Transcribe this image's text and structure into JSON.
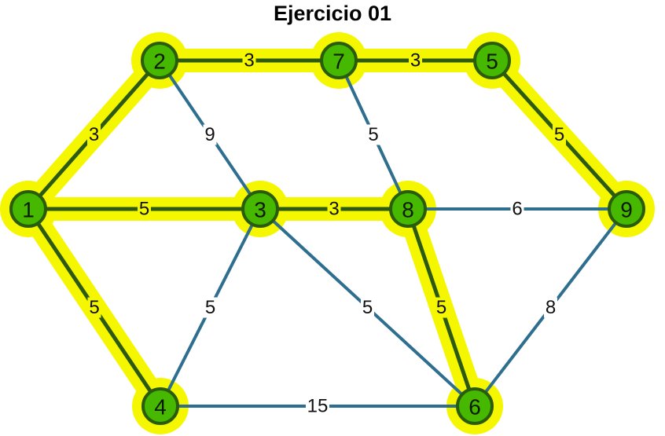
{
  "title": "Ejercicio 01",
  "colors": {
    "highlight": "#f5f700",
    "selected_edge": "#2d5a12",
    "edge": "#2e6e8e",
    "node_fill": "#46b800",
    "node_stroke": "#2a5c0e"
  },
  "nodes": [
    {
      "id": "1",
      "label": "1"
    },
    {
      "id": "2",
      "label": "2"
    },
    {
      "id": "3",
      "label": "3"
    },
    {
      "id": "4",
      "label": "4"
    },
    {
      "id": "5",
      "label": "5"
    },
    {
      "id": "6",
      "label": "6"
    },
    {
      "id": "7",
      "label": "7"
    },
    {
      "id": "8",
      "label": "8"
    },
    {
      "id": "9",
      "label": "9"
    }
  ],
  "edges": [
    {
      "from": "1",
      "to": "2",
      "weight": "3",
      "selected": true
    },
    {
      "from": "1",
      "to": "3",
      "weight": "5",
      "selected": true
    },
    {
      "from": "1",
      "to": "4",
      "weight": "5",
      "selected": true
    },
    {
      "from": "2",
      "to": "7",
      "weight": "3",
      "selected": true
    },
    {
      "from": "2",
      "to": "3",
      "weight": "9",
      "selected": false
    },
    {
      "from": "7",
      "to": "5",
      "weight": "3",
      "selected": true
    },
    {
      "from": "7",
      "to": "8",
      "weight": "5",
      "selected": false
    },
    {
      "from": "5",
      "to": "9",
      "weight": "5",
      "selected": true
    },
    {
      "from": "3",
      "to": "8",
      "weight": "3",
      "selected": true
    },
    {
      "from": "8",
      "to": "9",
      "weight": "6",
      "selected": false
    },
    {
      "from": "3",
      "to": "4",
      "weight": "5",
      "selected": false
    },
    {
      "from": "3",
      "to": "6",
      "weight": "5",
      "selected": false
    },
    {
      "from": "8",
      "to": "6",
      "weight": "5",
      "selected": true
    },
    {
      "from": "9",
      "to": "6",
      "weight": "8",
      "selected": false
    },
    {
      "from": "4",
      "to": "6",
      "weight": "15",
      "selected": false
    }
  ]
}
